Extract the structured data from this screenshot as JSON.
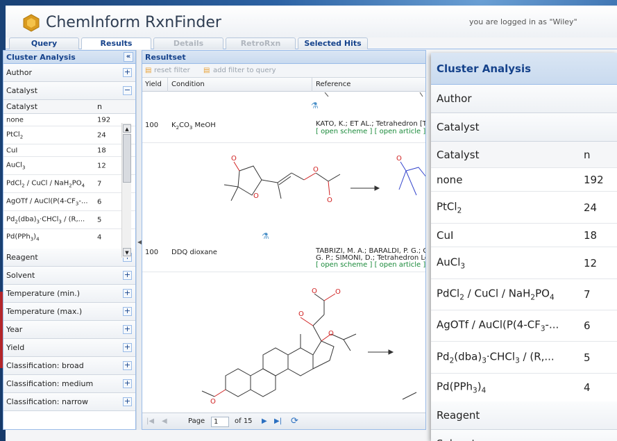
{
  "app": {
    "title": "ChemInform RxnFinder",
    "login_text": "you are logged in as \"Wiley\""
  },
  "tabs": [
    {
      "label": "Query",
      "state": "normal"
    },
    {
      "label": "Results",
      "state": "active"
    },
    {
      "label": "Details",
      "state": "disabled"
    },
    {
      "label": "RetroRxn",
      "state": "disabled"
    },
    {
      "label": "Selected Hits",
      "state": "normal"
    }
  ],
  "cluster": {
    "title": "Cluster Analysis",
    "collapse_icon": "«",
    "author": "Author",
    "catalyst": "Catalyst",
    "grid_headers": [
      "Catalyst",
      "n"
    ],
    "rows": [
      {
        "name": "none",
        "n": "192"
      },
      {
        "name": "PtCl2",
        "n": "24"
      },
      {
        "name": "CuI",
        "n": "18"
      },
      {
        "name": "AuCl3",
        "n": "12"
      },
      {
        "name": "PdCl2 / CuCl / NaH2PO4",
        "n": "7"
      },
      {
        "name": "AgOTf / AuCl(P(4-CF3-...",
        "n": "6"
      },
      {
        "name": "Pd2(dba)3·CHCl3 / (R,...",
        "n": "5"
      },
      {
        "name": "Pd(PPh3)4",
        "n": "4"
      }
    ],
    "sections": [
      "Reagent",
      "Solvent",
      "Temperature (min.)",
      "Temperature (max.)",
      "Year",
      "Yield",
      "Classification: broad",
      "Classification: medium",
      "Classification: narrow"
    ]
  },
  "resultset": {
    "title": "Resultset",
    "reset_filter": "reset filter",
    "add_filter": "add filter to query",
    "columns": [
      "Yield",
      "Condition",
      "Reference"
    ],
    "rows": [
      {
        "yield": "100",
        "condition": "K2CO3 MeOH",
        "ref1": "KATO, K.; ET AL.; Tetrahedron [Te",
        "ref2": "",
        "links": "[ open scheme ] [ open article ] [ s"
      },
      {
        "yield": "100",
        "condition": "DDQ dioxane",
        "ref1": "TABRIZI, M. A.; BARALDI, P. G.; G",
        "ref2": "G. P.; SIMONI, D.; Tetrahedron Le",
        "links": "[ open scheme ] [ open article ] [ s"
      }
    ],
    "pager": {
      "page_label": "Page",
      "page_value": "1",
      "of_label": "of 15"
    }
  },
  "colors": {
    "accent": "#15428b",
    "link": "#1a8a3a",
    "panel_border": "#99bbe8"
  }
}
